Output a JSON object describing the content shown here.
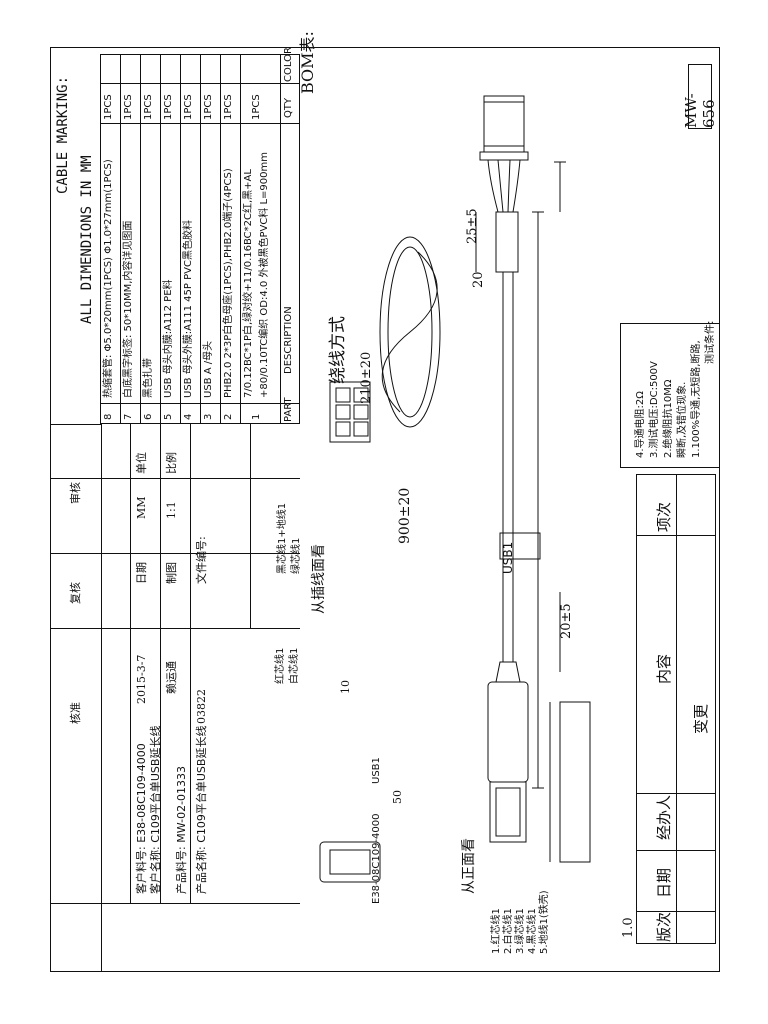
{
  "drawing_no": "MW-656",
  "bom": {
    "title": "BOM表:",
    "header": {
      "part": "PART",
      "description": "DESCRIPTION",
      "qty": "QTY",
      "color": "COLOR"
    },
    "rows": [
      {
        "no": "8",
        "desc": "热缩套管: Φ5.0*20mm(1PCS) Φ1.0*27mm(1PCS)",
        "qty": "1PCS"
      },
      {
        "no": "7",
        "desc": "白底黑字标签: 50*10MM,内容详见图面",
        "qty": "1PCS"
      },
      {
        "no": "6",
        "desc": "黑色扎带",
        "qty": "1PCS"
      },
      {
        "no": "5",
        "desc": "USB 母头内膜:A112 PE料",
        "qty": "1PCS"
      },
      {
        "no": "4",
        "desc": "USB 母头外膜:A111 45P PVC黑色胶料",
        "qty": "1PCS"
      },
      {
        "no": "3",
        "desc": "USB A /母头",
        "qty": "1PCS"
      },
      {
        "no": "2",
        "desc": "PHB2.0 2*3P白色母座(1PCS),PHB2.0端子(4PCS)",
        "qty": "1PCS"
      },
      {
        "no": "1",
        "desc": "7/0.12BC*1P白,绿对绞+11/0.16BC*2C红,黑+AL",
        "desc2": "+80/0.10TC编织 OD:4.0 外被黑色PVC料 L=900mm",
        "qty": "1PCS"
      }
    ]
  },
  "cable_marking": "CABLE MARKING:",
  "dimensions_note": "ALL DIMENDIONS IN MM",
  "test_conditions": {
    "title": "测试条件:",
    "items": [
      "1.100%导通,无短路,断路,",
      "瞬断,及错位现象.",
      "2.绝缘阻抗10MΩ",
      "3.测试电压:DC:500V",
      "4.导通电阻:2Ω"
    ]
  },
  "revision_table": {
    "header": [
      "项次",
      "内容",
      "变更",
      "经办人",
      "日期",
      "版次"
    ],
    "version": "1.0"
  },
  "title_block": {
    "scale_label": "比例",
    "scale": "1:1",
    "unit_label": "单位",
    "unit": "MM",
    "doc_no_label": "文件编号:",
    "doc_no": "03822",
    "drawn_label": "制图",
    "drawn_by": "赖运通",
    "date_label": "日期",
    "date": "2015-3-7",
    "review_label": "审核",
    "recheck_label": "复核",
    "approve_label": "核准",
    "product_name": "产品名称: C109平台单USB延长线",
    "product_no": "产品料号: MW-02-01333",
    "customer_name": "客户名称: C109平台单USB延长线",
    "customer_no": "客户料号: E38-08C109-4000"
  },
  "drawing": {
    "dim_total": "900±20",
    "dim_strip_left": "25±5",
    "dim_shrink": "20",
    "dim_coil": "210±20",
    "dim_strip_right": "20±5",
    "label_tag": "USB1",
    "coil_caption": "绕线方式",
    "rear_view": "从插线面看",
    "front_view": "从正面看",
    "header_pins": [
      "绿芯线1",
      "黑芯线1+地线1",
      "白芯线1",
      "红芯线1"
    ],
    "usb_pins": [
      "5.地线1(铁壳)",
      "4.黑芯线1",
      "3.绿芯线1",
      "2.白芯线1",
      "1.红芯线1"
    ],
    "label_drawing": {
      "dim_h": "10",
      "dim_w": "50",
      "text1": "USB1",
      "text2": "E38-08C109-4000"
    }
  }
}
